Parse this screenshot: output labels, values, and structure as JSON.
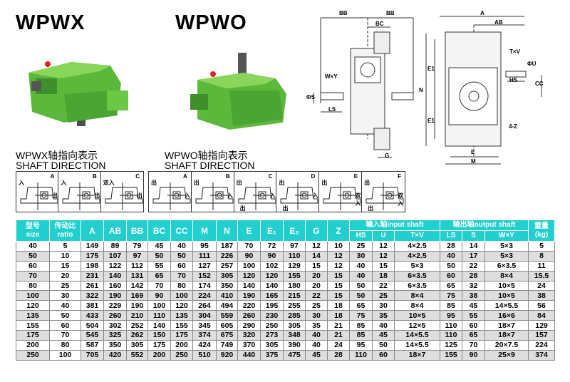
{
  "titles": {
    "wpwx": "WPWX",
    "wpwo": "WPWO"
  },
  "direction": {
    "wpwx": {
      "title_cn": "WPWX轴指向表示",
      "title_en": "SHAFT DIRECTION",
      "cells": [
        {
          "letter": "A",
          "labels": [
            "入",
            "出"
          ]
        },
        {
          "letter": "B",
          "labels": [
            "入",
            "出"
          ]
        },
        {
          "letter": "C",
          "labels": [
            "双入",
            "出"
          ]
        }
      ]
    },
    "wpwo": {
      "title_cn": "WPWO轴指向表示",
      "title_en": "SHAFT DIRECTION",
      "cells": [
        {
          "letter": "A",
          "labels": [
            "出",
            "入"
          ]
        },
        {
          "letter": "B",
          "labels": [
            "出",
            "入"
          ]
        },
        {
          "letter": "C",
          "labels": [
            "出",
            "入",
            "出"
          ]
        },
        {
          "letter": "D",
          "labels": [
            "出",
            "入",
            "出"
          ]
        },
        {
          "letter": "E",
          "labels": [
            "出",
            "双入"
          ]
        },
        {
          "letter": "F",
          "labels": [
            "出",
            "双入",
            "出"
          ]
        }
      ]
    }
  },
  "drawing_labels": {
    "bb_left": "BB",
    "bb_right": "BB",
    "bc": "BC",
    "wxy": "W×Y",
    "phi_s": "ΦS",
    "ls": "LS",
    "g": "G",
    "a": "A",
    "ab": "AB",
    "txv": "T×V",
    "phi_u": "ΦU",
    "hs": "HS",
    "cc": "CC",
    "n": "N",
    "e1_top": "E1",
    "e1_bottom": "E1",
    "four_z": "4-Z",
    "e": "E",
    "m": "M"
  },
  "table": {
    "header": {
      "size": [
        "型号",
        "size"
      ],
      "ratio": [
        "传动比",
        "ratio"
      ],
      "dims": [
        "A",
        "AB",
        "BB",
        "BC",
        "CC",
        "M",
        "N",
        "E",
        "E₁",
        "E₂",
        "G",
        "Z"
      ],
      "input_group": "输入轴input shaft",
      "input_cols": [
        "HS",
        "U",
        "T×V"
      ],
      "output_group": "输出轴output shaft",
      "output_cols": [
        "LS",
        "S",
        "W×Y"
      ],
      "weight": [
        "重量",
        "(kg)"
      ]
    },
    "rows": [
      [
        "40",
        "5",
        "149",
        "89",
        "79",
        "45",
        "40",
        "95",
        "187",
        "70",
        "72",
        "97",
        "12",
        "10",
        "25",
        "12",
        "4×2.5",
        "28",
        "14",
        "5×3",
        "5"
      ],
      [
        "50",
        "10",
        "175",
        "107",
        "97",
        "50",
        "50",
        "111",
        "226",
        "90",
        "90",
        "110",
        "14",
        "12",
        "30",
        "12",
        "4×2.5",
        "40",
        "17",
        "5×3",
        "8"
      ],
      [
        "60",
        "15",
        "198",
        "122",
        "112",
        "55",
        "60",
        "127",
        "257",
        "100",
        "102",
        "129",
        "15",
        "12",
        "40",
        "15",
        "5×3",
        "50",
        "22",
        "6×3.5",
        "11"
      ],
      [
        "70",
        "20",
        "231",
        "140",
        "131",
        "65",
        "70",
        "152",
        "305",
        "120",
        "120",
        "155",
        "20",
        "15",
        "40",
        "18",
        "6×3.5",
        "60",
        "28",
        "8×4",
        "15.5"
      ],
      [
        "80",
        "25",
        "261",
        "160",
        "142",
        "70",
        "80",
        "174",
        "350",
        "140",
        "140",
        "180",
        "20",
        "15",
        "50",
        "22",
        "6×3.5",
        "65",
        "32",
        "10×5",
        "24"
      ],
      [
        "100",
        "30",
        "322",
        "190",
        "169",
        "90",
        "100",
        "224",
        "410",
        "190",
        "165",
        "215",
        "22",
        "15",
        "50",
        "25",
        "8×4",
        "75",
        "38",
        "10×5",
        "38"
      ],
      [
        "120",
        "40",
        "381",
        "229",
        "190",
        "100",
        "120",
        "264",
        "494",
        "220",
        "195",
        "255",
        "25",
        "18",
        "65",
        "30",
        "8×4",
        "85",
        "45",
        "14×5.5",
        "56"
      ],
      [
        "135",
        "50",
        "433",
        "260",
        "210",
        "110",
        "135",
        "304",
        "559",
        "260",
        "230",
        "285",
        "30",
        "18",
        "75",
        "35",
        "10×5",
        "95",
        "55",
        "16×6",
        "84"
      ],
      [
        "155",
        "60",
        "504",
        "302",
        "252",
        "140",
        "155",
        "345",
        "605",
        "290",
        "250",
        "305",
        "35",
        "21",
        "85",
        "40",
        "12×5",
        "110",
        "60",
        "18×7",
        "129"
      ],
      [
        "175",
        "70",
        "545",
        "325",
        "262",
        "150",
        "175",
        "374",
        "675",
        "320",
        "273",
        "348",
        "40",
        "21",
        "85",
        "45",
        "14×5.5",
        "110",
        "65",
        "18×7",
        "157"
      ],
      [
        "200",
        "80",
        "587",
        "350",
        "305",
        "175",
        "200",
        "424",
        "749",
        "370",
        "305",
        "390",
        "40",
        "24",
        "95",
        "50",
        "14×5.5",
        "125",
        "70",
        "20×7.5",
        "224"
      ],
      [
        "250",
        "100",
        "705",
        "420",
        "552",
        "200",
        "250",
        "510",
        "920",
        "440",
        "375",
        "475",
        "45",
        "28",
        "110",
        "60",
        "18×7",
        "155",
        "90",
        "25×9",
        "374"
      ]
    ]
  },
  "colors": {
    "header": "#22cfcf",
    "gearbox_green": "#5fbf3a",
    "row_alt": "#dedede"
  }
}
